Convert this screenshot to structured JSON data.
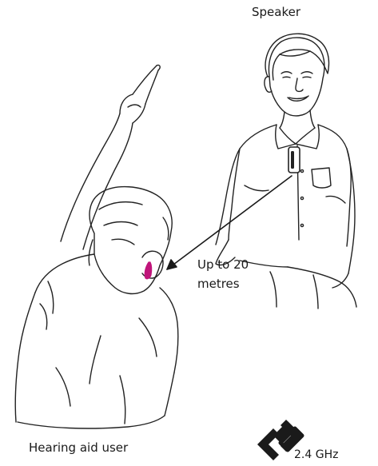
{
  "labels": {
    "speaker": "Speaker",
    "distance_line1": "Up to 20",
    "distance_line2": "metres",
    "listener": "Hearing aid user",
    "frequency": "2.4 GHz"
  },
  "icons": {
    "transmitter": "clip-on-microphone-icon",
    "hearing_aid": "hearing-aid-icon",
    "wireless_logo": "2-4ghz-logo-icon"
  },
  "colors": {
    "line": "#222222",
    "hearing_aid": "#c0157a",
    "microphone_fill": "#ffffff"
  }
}
